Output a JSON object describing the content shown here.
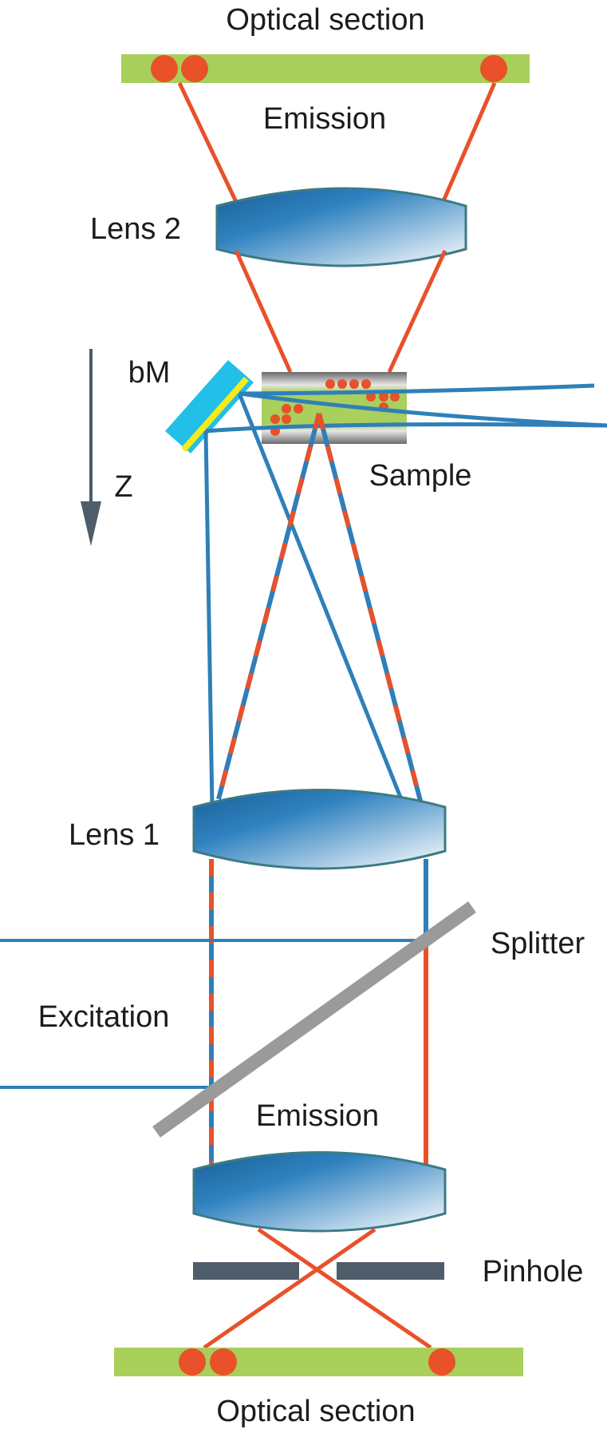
{
  "labels": {
    "top_section": "Optical section",
    "top_emission": "Emission",
    "lens2": "Lens 2",
    "bm": "bM",
    "z_axis": "Z",
    "sample": "Sample",
    "lens1": "Lens 1",
    "splitter": "Splitter",
    "excitation": "Excitation",
    "bottom_emission": "Emission",
    "pinhole": "Pinhole",
    "bottom_section": "Optical section"
  },
  "colors": {
    "emission_ray": "#e8512a",
    "excitation_ray": "#2f7fb8",
    "section_band": "#a8cf5a",
    "lens_dark": "#1f6fa6",
    "lens_light": "#ffffff",
    "lens_edge": "#3d7a86",
    "splitter": "#9a9a9a",
    "pinhole": "#4f5d6b",
    "axis_arrow": "#4f5d6b",
    "mirror_face": "#22bfe8",
    "mirror_edge": "#f5ea1a"
  }
}
